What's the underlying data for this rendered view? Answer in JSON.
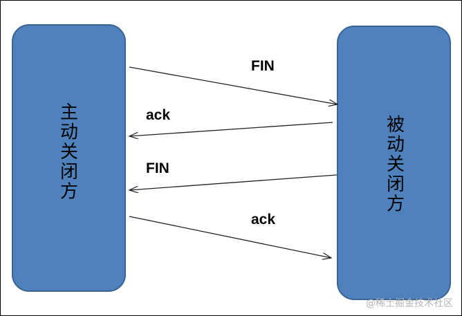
{
  "diagram": {
    "colors": {
      "box_fill": "#4f81bd",
      "box_stroke": "#3a6393",
      "arrow": "#222222",
      "watermark": "#b5b5b5"
    },
    "left_box": {
      "label": "主动关闭方"
    },
    "right_box": {
      "label": "被动关闭方"
    },
    "messages": [
      {
        "label": "FIN",
        "direction": "left-to-right"
      },
      {
        "label": "ack",
        "direction": "right-to-left"
      },
      {
        "label": "FIN",
        "direction": "right-to-left"
      },
      {
        "label": "ack",
        "direction": "left-to-right"
      }
    ],
    "watermark": {
      "text": "@稀土掘金技术社区"
    }
  }
}
